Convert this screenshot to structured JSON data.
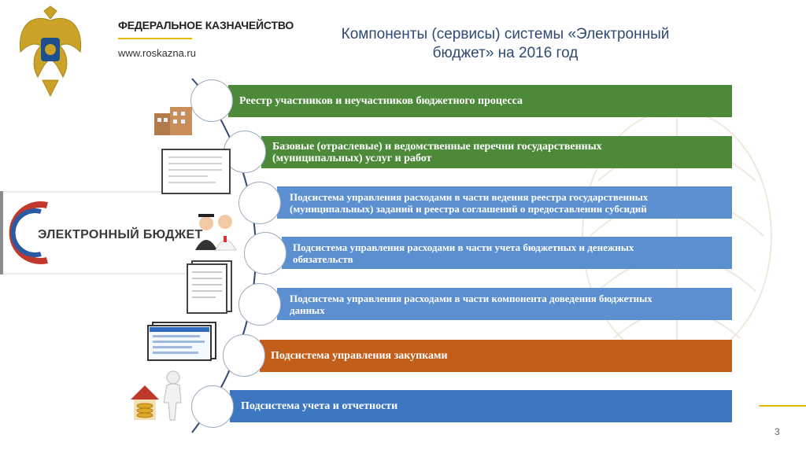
{
  "header": {
    "org_name": "ФЕДЕРАЛЬНОЕ КАЗНАЧЕЙСТВО",
    "org_url": "www.roskazna.ru",
    "title_line1": "Компоненты (сервисы) системы «Электронный",
    "title_line2": "бюджет» на 2016 год"
  },
  "brand": {
    "text": "ЭЛЕКТРОННЫЙ БЮДЖЕТ"
  },
  "components": [
    {
      "line1": "Реестр участников и неучастников бюджетного процесса",
      "line2": ""
    },
    {
      "line1": "Базовые (отраслевые) и ведомственные перечни государственных",
      "line2": "(муниципальных) услуг и работ"
    },
    {
      "line1": "Подсистема управления расходами в части ведения реестра государственных",
      "line2": "(муниципальных) заданий и реестра соглашений о предоставлении субсидий"
    },
    {
      "line1": "Подсистема управления расходами в части учета бюджетных и денежных",
      "line2": "обязательств"
    },
    {
      "line1": "Подсистема управления расходами в части компонента доведения бюджетных",
      "line2": "данных"
    },
    {
      "line1": "Подсистема управления закупками",
      "line2": ""
    },
    {
      "line1": "Подсистема учета и отчетности",
      "line2": ""
    }
  ],
  "colors": {
    "green": "#4c8a3a",
    "blue": "#5b8fd0",
    "orange": "#c25e1a",
    "dark_blue": "#3d77c2",
    "title": "#2f4a72",
    "accent": "#e6b800"
  },
  "page_number": "3",
  "icons": [
    "emblem-icon",
    "buildings-icon",
    "document-icon",
    "graduate-nurse-icon",
    "document-stack-icon",
    "screenshot-icon",
    "person-house-coins-icon"
  ]
}
